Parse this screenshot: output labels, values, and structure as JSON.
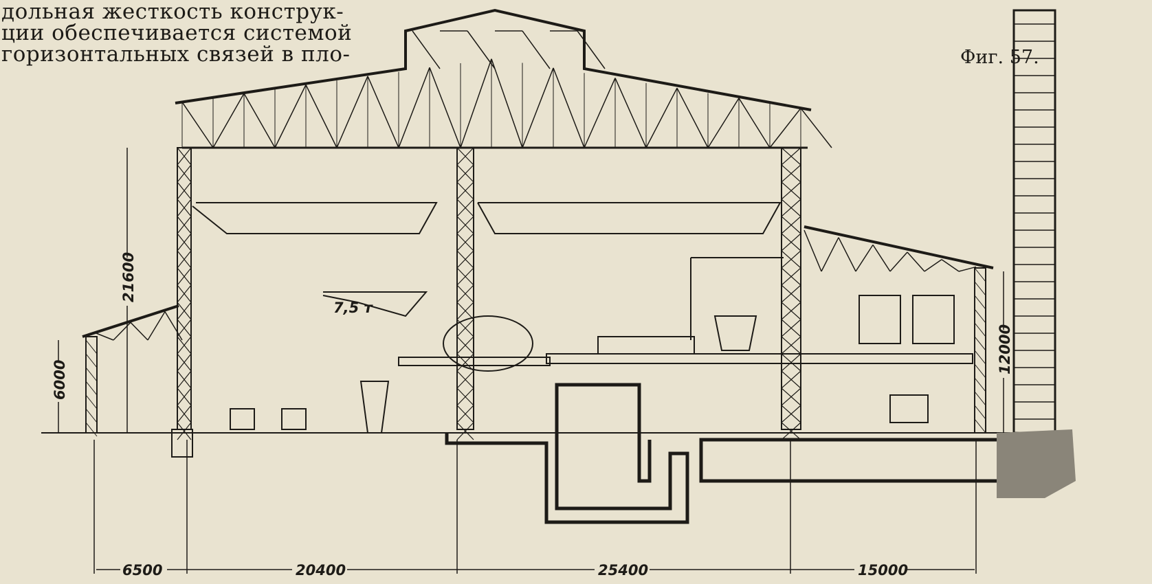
{
  "text": {
    "lines": [
      "дольная жесткость конструк-",
      "ции обеспечивается системой",
      "горизонтальных связей в пло-"
    ]
  },
  "figure": {
    "caption": "Фиг. 57.",
    "labels": {
      "height_main": "21600",
      "height_left": "6000",
      "height_right": "12000",
      "crane_load": "7,5 т"
    },
    "bottom_dimensions": [
      "6500",
      "20400",
      "25400",
      "15000"
    ]
  }
}
